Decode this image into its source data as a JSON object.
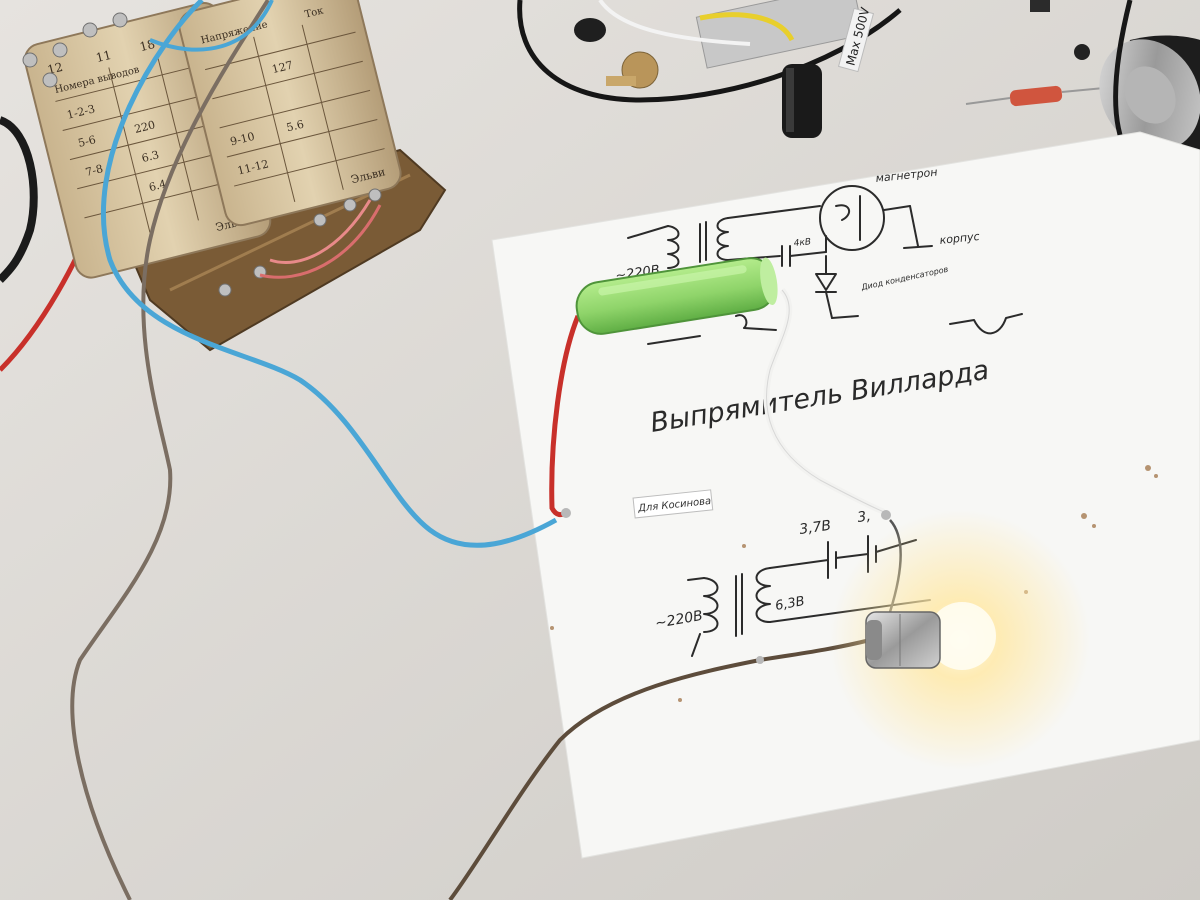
{
  "transformer_labels": {
    "header_left": "Номера выводов",
    "header_mid": "Напряжение",
    "header_right": "Ток",
    "header_num": "12",
    "header_num_2": "11",
    "header_num_3": "18",
    "row_1": "1-2-3",
    "row_2": "5-6",
    "row_3": "7-8",
    "row_4": "9-10",
    "row_5": "11-12",
    "val_1": "127",
    "val_2": "220",
    "val_3": "6.3",
    "val_4": "6.4",
    "val_5": "5.6",
    "brand": "Эльви"
  },
  "tag_label": "Max 500V",
  "sheet": {
    "magnetron_label": "магнетрон",
    "korpus_label": "корпус",
    "top_220_label": "~220В",
    "cap_label": "4кВ",
    "diode_label": "Диод конденсаторов",
    "title": "Выпрямитель Вилларда",
    "name_tag": "Для Косинова",
    "v37_label": "3,7В",
    "v3_label": "3,",
    "bottom_220_label": "~220В",
    "v63_label": "6,3В"
  },
  "colors": {
    "table": "#d9d6d2",
    "paper": "#f7f7f5",
    "battery": "#8fd46a",
    "blue_wire": "#4aa6d6",
    "red_wire": "#c8302a",
    "brown_wire": "#6b5a4a",
    "lamp_glow": "#ffe9a8"
  }
}
